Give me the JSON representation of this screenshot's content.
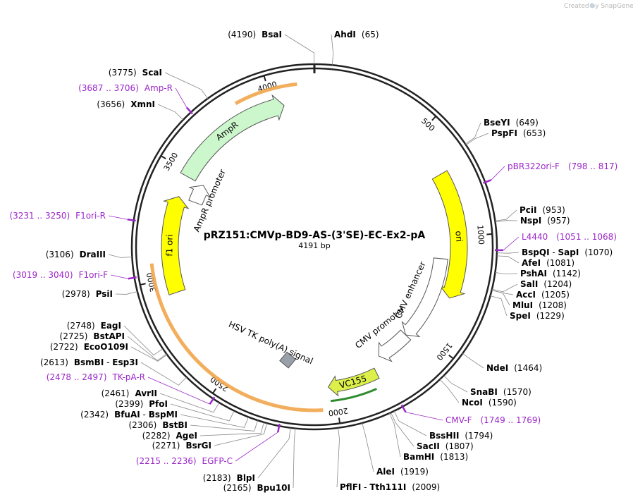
{
  "plasmid": {
    "name": "pRZ151:CMVp-BD9-AS-(3'SE)-EC-Ex2-pA",
    "length_label": "4191 bp",
    "length": 4191
  },
  "credit": "Created by SnapGene",
  "colors": {
    "backbone": "#222222",
    "ori": "#ffff00",
    "ampr": "#ccf7cc",
    "f1ori": "#ffff00",
    "vc155": "#ddf04a",
    "orange_track": "#f0a040",
    "primer": "#9b26c9",
    "gray_feature": "#9aa0a8"
  },
  "ticks": [
    "500",
    "1000",
    "1500",
    "2000",
    "2500",
    "3000",
    "3500",
    "4000"
  ],
  "features": [
    {
      "name": "ori",
      "start": 700,
      "end": 1290,
      "type": "arrow",
      "color": "#ffff00"
    },
    {
      "name": "CMV enhancer",
      "start": 1110,
      "end": 1560,
      "type": "arrow_outline"
    },
    {
      "name": "CMV promoter",
      "start": 1560,
      "end": 1740,
      "type": "arrow_outline"
    },
    {
      "name": "VC155",
      "start": 1790,
      "end": 2030,
      "type": "arrow_small",
      "color": "#ddf04a"
    },
    {
      "name": "HSV TK poly(A) signal",
      "start": 2250,
      "end": 2280,
      "type": "box"
    },
    {
      "name": "f1 ori",
      "start": 2930,
      "end": 3380,
      "type": "arrow",
      "color": "#ffff00"
    },
    {
      "name": "AmpR promoter",
      "start": 3380,
      "end": 3480,
      "type": "arrow_outline"
    },
    {
      "name": "AmpR",
      "start": 3480,
      "end": 4050,
      "type": "arrow",
      "color": "#ccf7cc"
    }
  ],
  "enzymes": [
    {
      "name": "BsaI",
      "pos": "(4190)",
      "side": "left"
    },
    {
      "name": "AhdI",
      "pos": "(65)",
      "side": "right"
    },
    {
      "name": "ScaI",
      "pos": "(3775)",
      "side": "left"
    },
    {
      "name": "XmnI",
      "pos": "(3656)",
      "side": "left"
    },
    {
      "name": "BseYI",
      "pos": "(649)",
      "side": "right"
    },
    {
      "name": "PspFI",
      "pos": "(653)",
      "side": "right"
    },
    {
      "name": "PciI",
      "pos": "(953)",
      "side": "right"
    },
    {
      "name": "NspI",
      "pos": "(957)",
      "side": "right"
    },
    {
      "name": "BspQI",
      "second": "SapI",
      "pos": "(1070)",
      "side": "right"
    },
    {
      "name": "AfeI",
      "pos": "(1081)",
      "side": "right"
    },
    {
      "name": "PshAI",
      "pos": "(1142)",
      "side": "right"
    },
    {
      "name": "SalI",
      "pos": "(1204)",
      "side": "right"
    },
    {
      "name": "AccI",
      "pos": "(1205)",
      "side": "right"
    },
    {
      "name": "MluI",
      "pos": "(1208)",
      "side": "right"
    },
    {
      "name": "SpeI",
      "pos": "(1229)",
      "side": "right"
    },
    {
      "name": "NdeI",
      "pos": "(1464)",
      "side": "right"
    },
    {
      "name": "SnaBI",
      "pos": "(1570)",
      "side": "right"
    },
    {
      "name": "NcoI",
      "pos": "(1590)",
      "side": "right"
    },
    {
      "name": "BssHII",
      "pos": "(1794)",
      "side": "right"
    },
    {
      "name": "SacII",
      "pos": "(1807)",
      "side": "right"
    },
    {
      "name": "BamHI",
      "pos": "(1813)",
      "side": "right"
    },
    {
      "name": "AleI",
      "pos": "(1919)",
      "side": "right"
    },
    {
      "name": "PflFI",
      "second": "Tth111I",
      "pos": "(2009)",
      "side": "right"
    },
    {
      "name": "DraIII",
      "pos": "(3106)",
      "side": "left"
    },
    {
      "name": "PsiI",
      "pos": "(2978)",
      "side": "left"
    },
    {
      "name": "EagI",
      "pos": "(2748)",
      "side": "left"
    },
    {
      "name": "BstAPI",
      "pos": "(2725)",
      "side": "left"
    },
    {
      "name": "EcoO109I",
      "pos": "(2722)",
      "side": "left"
    },
    {
      "name": "BsmBI",
      "second": "Esp3I",
      "pos": "(2613)",
      "side": "left"
    },
    {
      "name": "AvrII",
      "pos": "(2461)",
      "side": "left"
    },
    {
      "name": "PfoI",
      "pos": "(2399)",
      "side": "left"
    },
    {
      "name": "BfuAI",
      "second": "BspMI",
      "pos": "(2342)",
      "side": "left"
    },
    {
      "name": "BstBI",
      "pos": "(2306)",
      "side": "left"
    },
    {
      "name": "AgeI",
      "pos": "(2282)",
      "side": "left"
    },
    {
      "name": "BsrGI",
      "pos": "(2271)",
      "side": "left"
    },
    {
      "name": "BlpI",
      "pos": "(2183)",
      "side": "left"
    },
    {
      "name": "Bpu10I",
      "pos": "(2165)",
      "side": "left"
    }
  ],
  "primers": [
    {
      "name": "Amp-R",
      "range": "(3687 .. 3706)",
      "side": "left"
    },
    {
      "name": "pBR322ori-F",
      "range": "(798 .. 817)",
      "side": "right"
    },
    {
      "name": "L4440",
      "range": "(1051 .. 1068)",
      "side": "right"
    },
    {
      "name": "F1ori-R",
      "range": "(3231 .. 3250)",
      "side": "left"
    },
    {
      "name": "F1ori-F",
      "range": "(3019 .. 3040)",
      "side": "left"
    },
    {
      "name": "TK-pA-R",
      "range": "(2478 .. 2497)",
      "side": "left"
    },
    {
      "name": "CMV-F",
      "range": "(1749 .. 1769)",
      "side": "right"
    },
    {
      "name": "EGFP-C",
      "range": "(2215 .. 2236)",
      "side": "left"
    }
  ]
}
